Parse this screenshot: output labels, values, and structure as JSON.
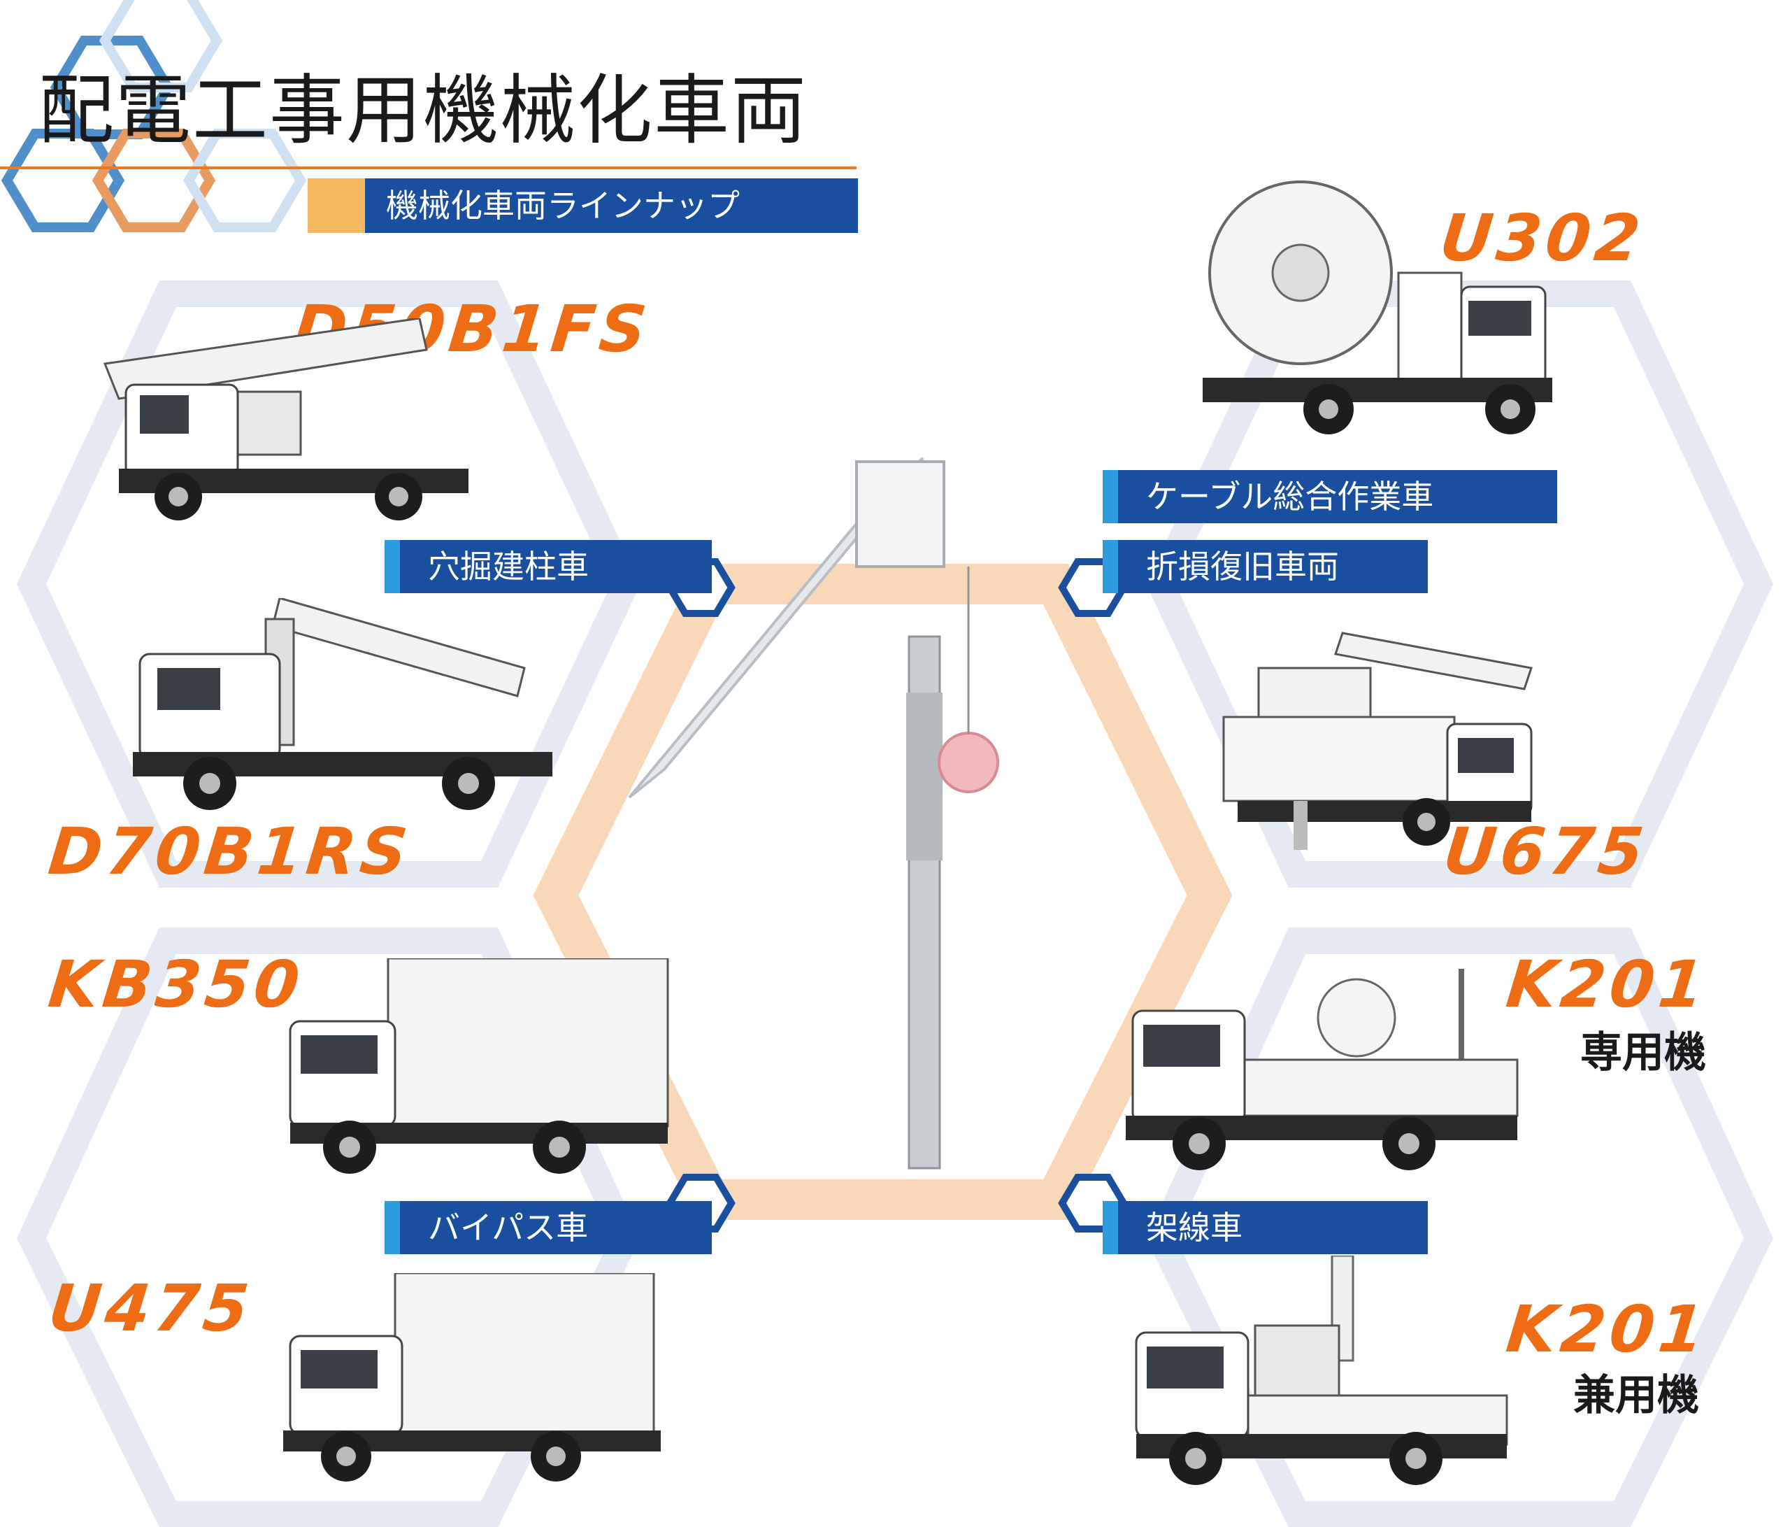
{
  "header": {
    "title": "配電工事用機械化車両",
    "subtitle": "機械化車両ラインナップ"
  },
  "models": {
    "d50b1fs": "D50B1FS",
    "d70b1rs": "D70B1RS",
    "u302": "U302",
    "u675": "U675",
    "kb350": "KB350",
    "u475": "U475",
    "k201_dedicated": "K201",
    "k201_dedicated_sub": "専用機",
    "k201_shared": "K201",
    "k201_shared_sub": "兼用機"
  },
  "categories": {
    "pole_digging": "穴掘建柱車",
    "cable_work": "ケーブル総合作業車",
    "recovery": "折損復旧車両",
    "bypass": "バイパス車",
    "overhead": "架線車"
  },
  "colors": {
    "brand_orange": "#ee6d14",
    "navy": "#1a4fa0",
    "light_blue": "#2d9be0",
    "hex_gray": "#e4e9f2",
    "center_hex": "#f8d8b8"
  },
  "icons": {
    "hex_marker": "hexagon-icon",
    "vehicle_photo": "truck-icon"
  }
}
